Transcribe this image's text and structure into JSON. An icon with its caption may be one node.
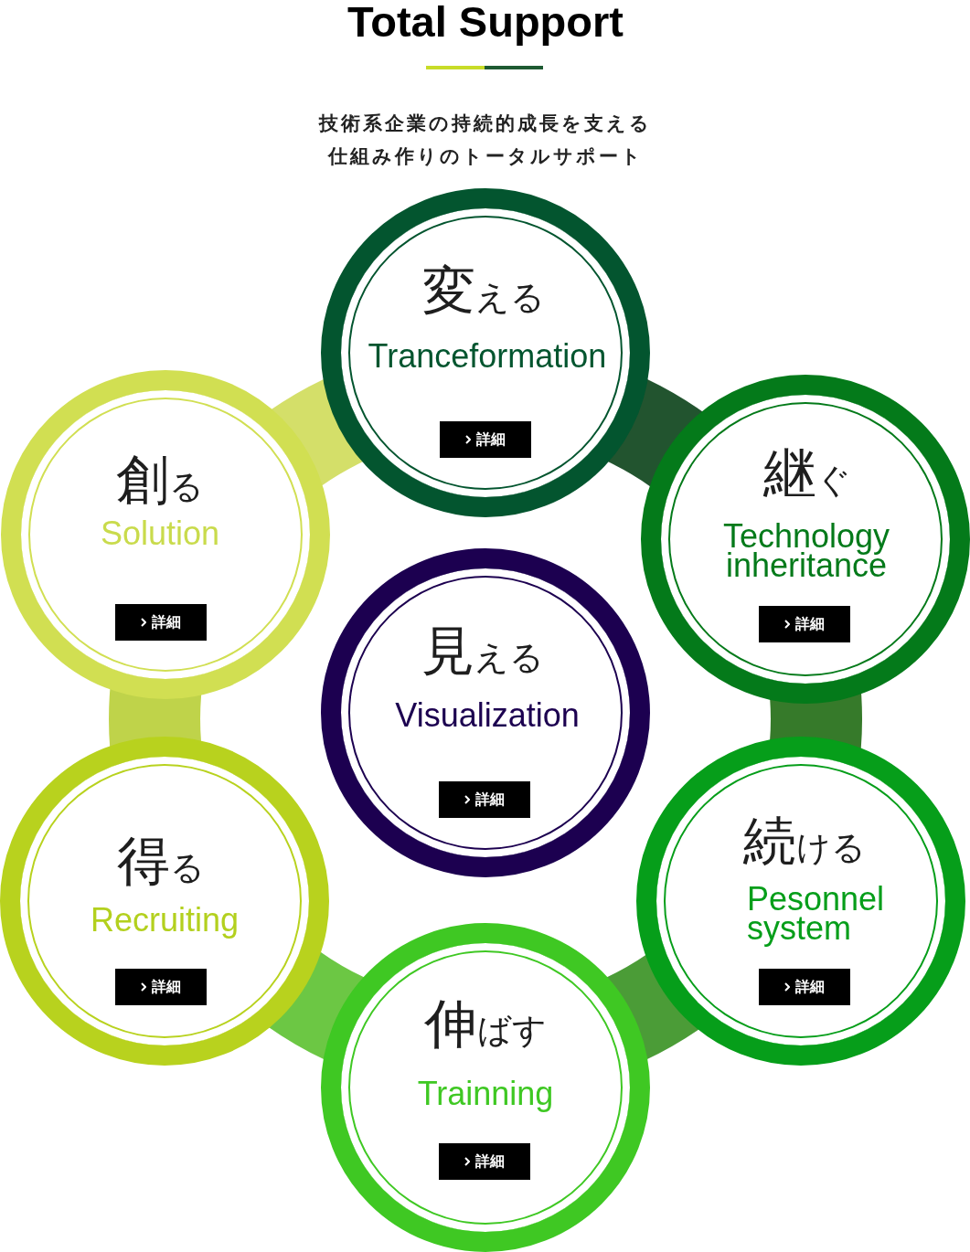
{
  "diagram": {
    "title": "Total Support",
    "nodes": [
      {
        "text": [
          "変える",
          "Tranceformation"
        ]
      },
      {
        "text": [
          "詳細"
        ],
        "in": 0
      },
      {
        "text": [
          "創る",
          "Solution"
        ]
      },
      {
        "text": [
          "詳細"
        ],
        "in": 2
      },
      {
        "text": [
          "継ぐ",
          "Technology inheritance"
        ]
      },
      {
        "text": [
          "詳細"
        ],
        "in": 4
      },
      {
        "text": [
          "見える",
          "Visualization"
        ]
      },
      {
        "text": [
          "詳細"
        ],
        "in": 6
      },
      {
        "text": [
          "得る",
          "Recruiting"
        ]
      },
      {
        "text": [
          "詳細"
        ],
        "in": 8
      },
      {
        "text": [
          "続ける",
          "Pesonnel system"
        ]
      },
      {
        "text": [
          "詳細"
        ],
        "in": 10
      },
      {
        "text": [
          "伸ばす",
          "Trainning"
        ]
      },
      {
        "text": [
          "詳細"
        ],
        "in": 12
      }
    ],
    "edges": [
      {
        "from": 0,
        "to": 4,
        "arrow": "none",
        "style": "thick",
        "color": "#22542f"
      },
      {
        "from": 4,
        "to": 10,
        "arrow": "none",
        "style": "thick",
        "color": "#367a2a"
      },
      {
        "from": 10,
        "to": 12,
        "arrow": "none",
        "style": "thick",
        "color": "#4b9c37"
      },
      {
        "from": 12,
        "to": 8,
        "arrow": "none",
        "style": "thick",
        "color": "#6cc744"
      },
      {
        "from": 8,
        "to": 2,
        "arrow": "none",
        "style": "thick",
        "color": "#bfd34a"
      },
      {
        "from": 2,
        "to": 0,
        "arrow": "none",
        "style": "thick",
        "color": "#d4df69"
      }
    ],
    "labels": [
      "技術系企業の持続的成長を支える仕組み作りのトータルサポート"
    ]
  }
}
